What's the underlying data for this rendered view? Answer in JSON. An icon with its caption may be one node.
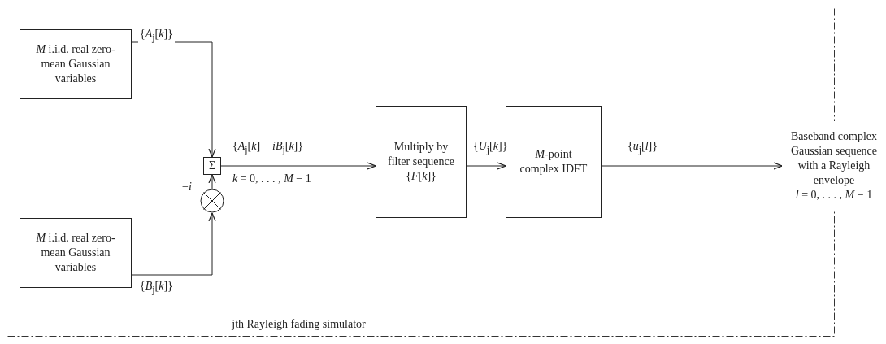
{
  "diagram": {
    "nodes": [
      {
        "text": [
          "jth Rayleigh fading simulator"
        ]
      },
      {
        "text": [
          "*M* i.i.d. real zero-mean Gaussian variables"
        ],
        "in": 0
      },
      {
        "text": [
          "*M* i.i.d. real zero-mean Gaussian variables"
        ],
        "in": 0
      },
      {
        "text": [
          "Σ"
        ],
        "in": 0
      },
      {
        "text": [],
        "shape": "circle",
        "in": 0,
        "beside": [
          "−*i*"
        ]
      },
      {
        "text": [
          "Multiply by filter sequence {*F*[*k*]}"
        ],
        "in": 0
      },
      {
        "text": [
          "*M*-point complex IDFT"
        ],
        "in": 0
      },
      {
        "text": [
          "Baseband complex Gaussian sequence with a Rayleigh envelope",
          "*l* = 0, . . . , *M* − 1"
        ]
      }
    ],
    "edges": [
      {
        "from": 1,
        "to": 3,
        "arrow": "to",
        "label": "{*A*$_{j}$[*k*]}"
      },
      {
        "from": 2,
        "to": 4,
        "arrow": "to",
        "label": "{*B*$_{j}$[*k*]}"
      },
      {
        "from": 4,
        "to": 3,
        "arrow": "to"
      },
      {
        "from": 3,
        "to": 5,
        "arrow": "to",
        "label": "{*A*$_{j}$[*k*] − *iB*$_{j}$[*k*]}"
      },
      {
        "from": 5,
        "to": 6,
        "arrow": "to",
        "label": "{*U*$_{j}$[*k*]}"
      },
      {
        "from": 6,
        "to": 7,
        "arrow": "to",
        "label": "{*u*$_{j}$[*l*]}"
      }
    ],
    "labels": [
      "*k* = 0, . . . , *M* − 1"
    ]
  }
}
